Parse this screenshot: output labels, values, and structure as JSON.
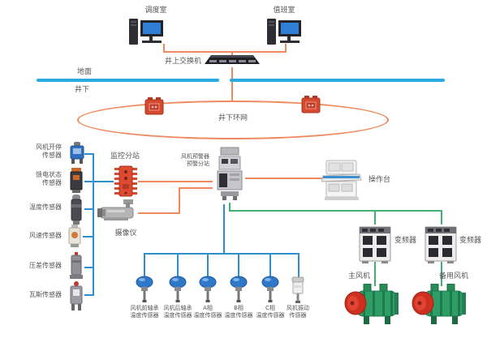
{
  "top": {
    "dispatch_room_label": "调度室",
    "duty_room_label": "值班室",
    "surface_switch_label": "井上交换机"
  },
  "ground": {
    "surface_label": "地面",
    "underground_label": "井下"
  },
  "ring_network": {
    "label": "井下环网"
  },
  "left_sensors": [
    {
      "label": "风机开停\n传感器"
    },
    {
      "label": "馈电状态\n传感器"
    },
    {
      "label": "温度传感器"
    },
    {
      "label": "风速传感器"
    },
    {
      "label": "压差传感器"
    },
    {
      "label": "瓦斯传感器"
    }
  ],
  "middle": {
    "monitoring_substation_label": "监控分站",
    "camera_label": "摄像仪",
    "controller_label": "风机预警器\n预警分站"
  },
  "right": {
    "console_label": "操作台",
    "inverter_left_label": "变频器",
    "inverter_right_label": "变频器",
    "main_fan_label": "主风机",
    "backup_fan_label": "备用风机"
  },
  "bottom_sensors": [
    {
      "label": "风机前轴承\n温度传感器"
    },
    {
      "label": "风机后轴承\n温度传感器"
    },
    {
      "label": "A相\n温度传感器"
    },
    {
      "label": "B相\n温度传感器"
    },
    {
      "label": "C相\n温度传感器"
    },
    {
      "label": "风机振动\n传感器"
    }
  ],
  "colors": {
    "orange_line": "#ef8a5f",
    "blue_line": "#2e8fce",
    "green_line": "#3faf72",
    "ground_bar": "#29abe2",
    "device_red": "#d6492f"
  }
}
